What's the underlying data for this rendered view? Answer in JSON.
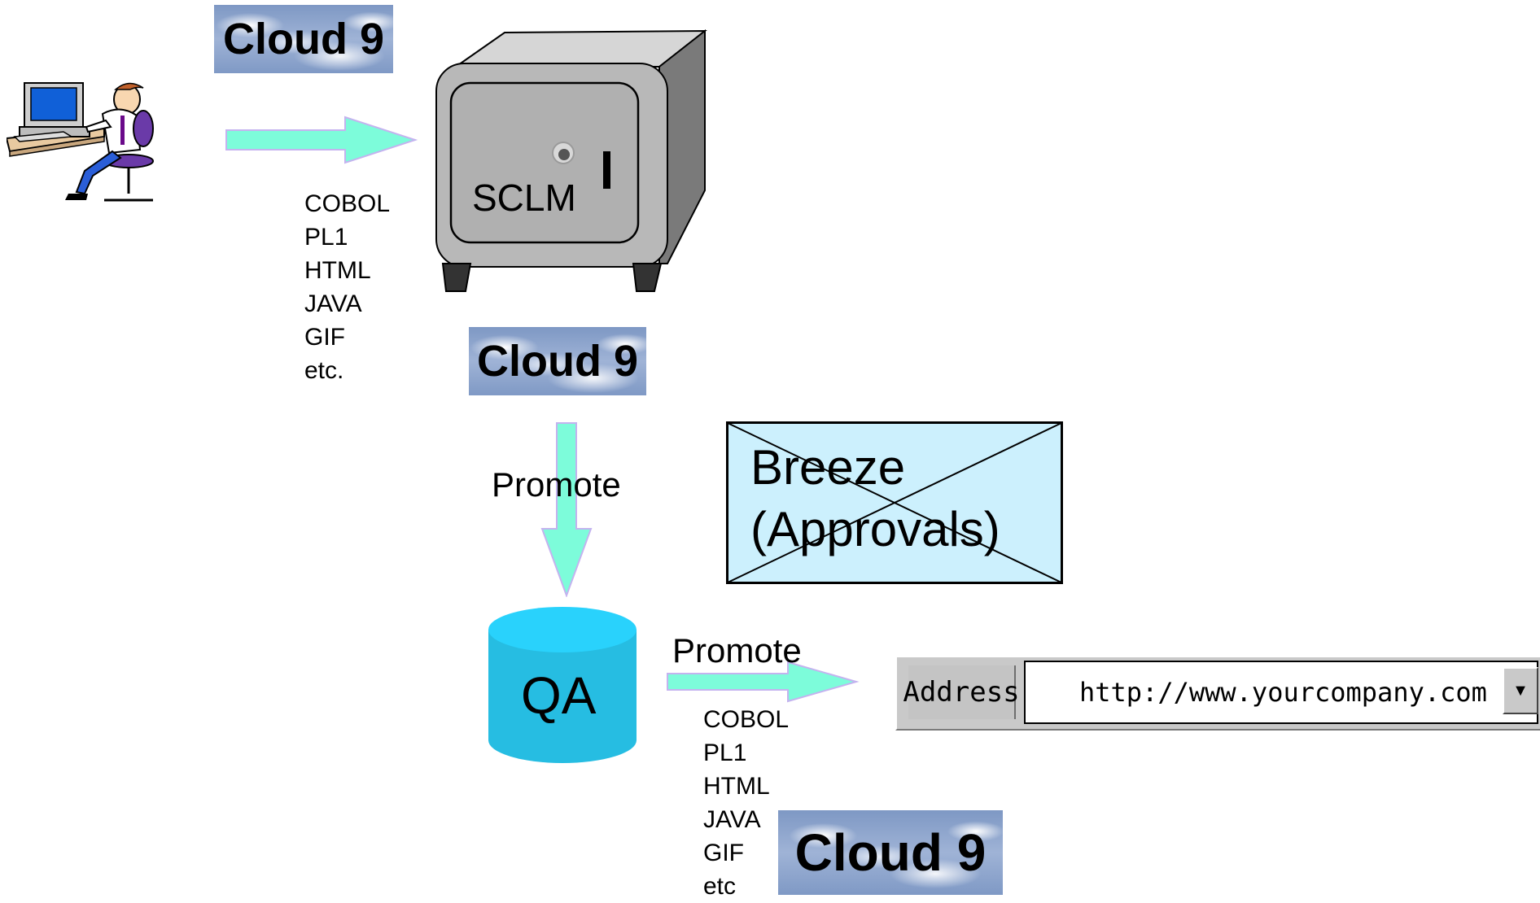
{
  "cloud_labels": {
    "top": "Cloud 9",
    "middle": "Cloud 9",
    "bottom": "Cloud 9"
  },
  "server": {
    "label": "SCLM"
  },
  "languages_1": [
    "COBOL",
    "PL1",
    "HTML",
    "JAVA",
    "GIF",
    "etc."
  ],
  "languages_2": [
    "COBOL",
    "PL1",
    "HTML",
    "JAVA",
    "GIF",
    "etc"
  ],
  "promote_1": "Promote",
  "promote_2": "Promote",
  "qa": {
    "label": "QA"
  },
  "breeze": {
    "line1": "Breeze",
    "line2": "(Approvals)"
  },
  "address_bar": {
    "label": "Address",
    "url": "http://www.yourcompany.com"
  },
  "colors": {
    "arrow": "#7dfcda",
    "arrow_outline": "#c4b3ef",
    "qa_cylinder": "#26bde2",
    "breeze_envelope": "#ccf0fd",
    "server_body": "#b8b8b8"
  }
}
